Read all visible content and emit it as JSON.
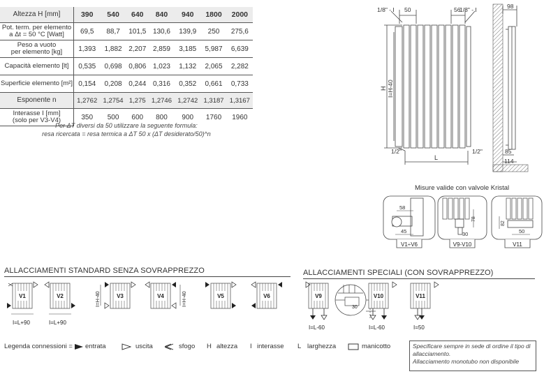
{
  "table": {
    "header": {
      "label": "Altezza H [mm]",
      "values": [
        "390",
        "540",
        "640",
        "840",
        "940",
        "1800",
        "2000"
      ]
    },
    "rows": [
      {
        "label1": "Pot. term. per elemento",
        "label2": "a Δt = 50 °C [Watt]",
        "values": [
          "69,5",
          "88,7",
          "101,5",
          "130,6",
          "139,9",
          "250",
          "275,6"
        ]
      },
      {
        "label1": "Peso a vuoto",
        "label2": "per elemento [kg]",
        "values": [
          "1,393",
          "1,882",
          "2,207",
          "2,859",
          "3,185",
          "5,987",
          "6,639"
        ]
      },
      {
        "label1": "Capacità elemento [lt]",
        "label2": "",
        "values": [
          "0,535",
          "0,698",
          "0,806",
          "1,023",
          "1,132",
          "2,065",
          "2,282"
        ]
      },
      {
        "label1": "Superficie elemento [m²]",
        "label2": "",
        "values": [
          "0,154",
          "0,208",
          "0,244",
          "0,316",
          "0,352",
          "0,661",
          "0,733"
        ]
      },
      {
        "label1": "Esponente n",
        "label2": "",
        "values": [
          "1,2762",
          "1,2754",
          "1,275",
          "1,2746",
          "1,2742",
          "1,3187",
          "1,3167"
        ]
      },
      {
        "label1": "Interasse I [mm]",
        "label2": "(solo per V3-V4)",
        "values": [
          "350",
          "500",
          "600",
          "800",
          "900",
          "1760",
          "1960"
        ]
      }
    ]
  },
  "formula": {
    "line1": "Per ΔT diversi da 50 utilizzare la seguente formula:",
    "line2": "resa ricercata = resa termica a ΔT 50 x (ΔT desiderato/50)^n"
  },
  "drawing": {
    "top_left": "1/8\" - I",
    "dim_50": "50",
    "dim_56": "56",
    "top_right": "1/8\" - I",
    "dim_H": "H",
    "dim_I": "I=H-40",
    "bottom_left": "1/2\"",
    "bottom_right": "1/2\"",
    "dim_L": "L",
    "side_98": "98",
    "side_85": "85",
    "side_114": "114"
  },
  "valves": {
    "title": "Misure valide con valvole Kristal",
    "v1": {
      "label": "V1÷V6",
      "d1": "58",
      "d2": "45"
    },
    "v9": {
      "label": "V9-V10",
      "d1": "78",
      "d2": "30"
    },
    "v11": {
      "label": "V11",
      "d1": "82",
      "d2": "50"
    }
  },
  "standard": {
    "title": "ALLACCIAMENTI STANDARD SENZA SOVRAPPREZZO",
    "items": [
      "V1",
      "V2",
      "V3",
      "V4",
      "V5",
      "V6"
    ],
    "dim_v1": "I=L+90",
    "dim_v2": "I=L+90",
    "dim_h": "I=H-40"
  },
  "special": {
    "title": "ALLACCIAMENTI SPECIALI (CON SOVRAPPREZZO)",
    "items": [
      "V9",
      "V10",
      "V11"
    ],
    "dim_v9": "I=L-60",
    "dim_v10": "I=L-60",
    "dim_v11": "I=50",
    "detail": "30"
  },
  "legend": {
    "prefix": "Legenda connessioni =",
    "entrata": "entrata",
    "uscita": "uscita",
    "sfogo": "sfogo",
    "H_sym": "H",
    "altezza": "altezza",
    "I_sym": "I",
    "interasse": "interasse",
    "L_sym": "L",
    "larghezza": "larghezza",
    "manicotto": "manicotto"
  },
  "note": {
    "line1": "Specificare sempre in sede di ordine il tipo di",
    "line2": "allacciamento.",
    "line3": "Allacciamento monotubo non disponibile"
  }
}
